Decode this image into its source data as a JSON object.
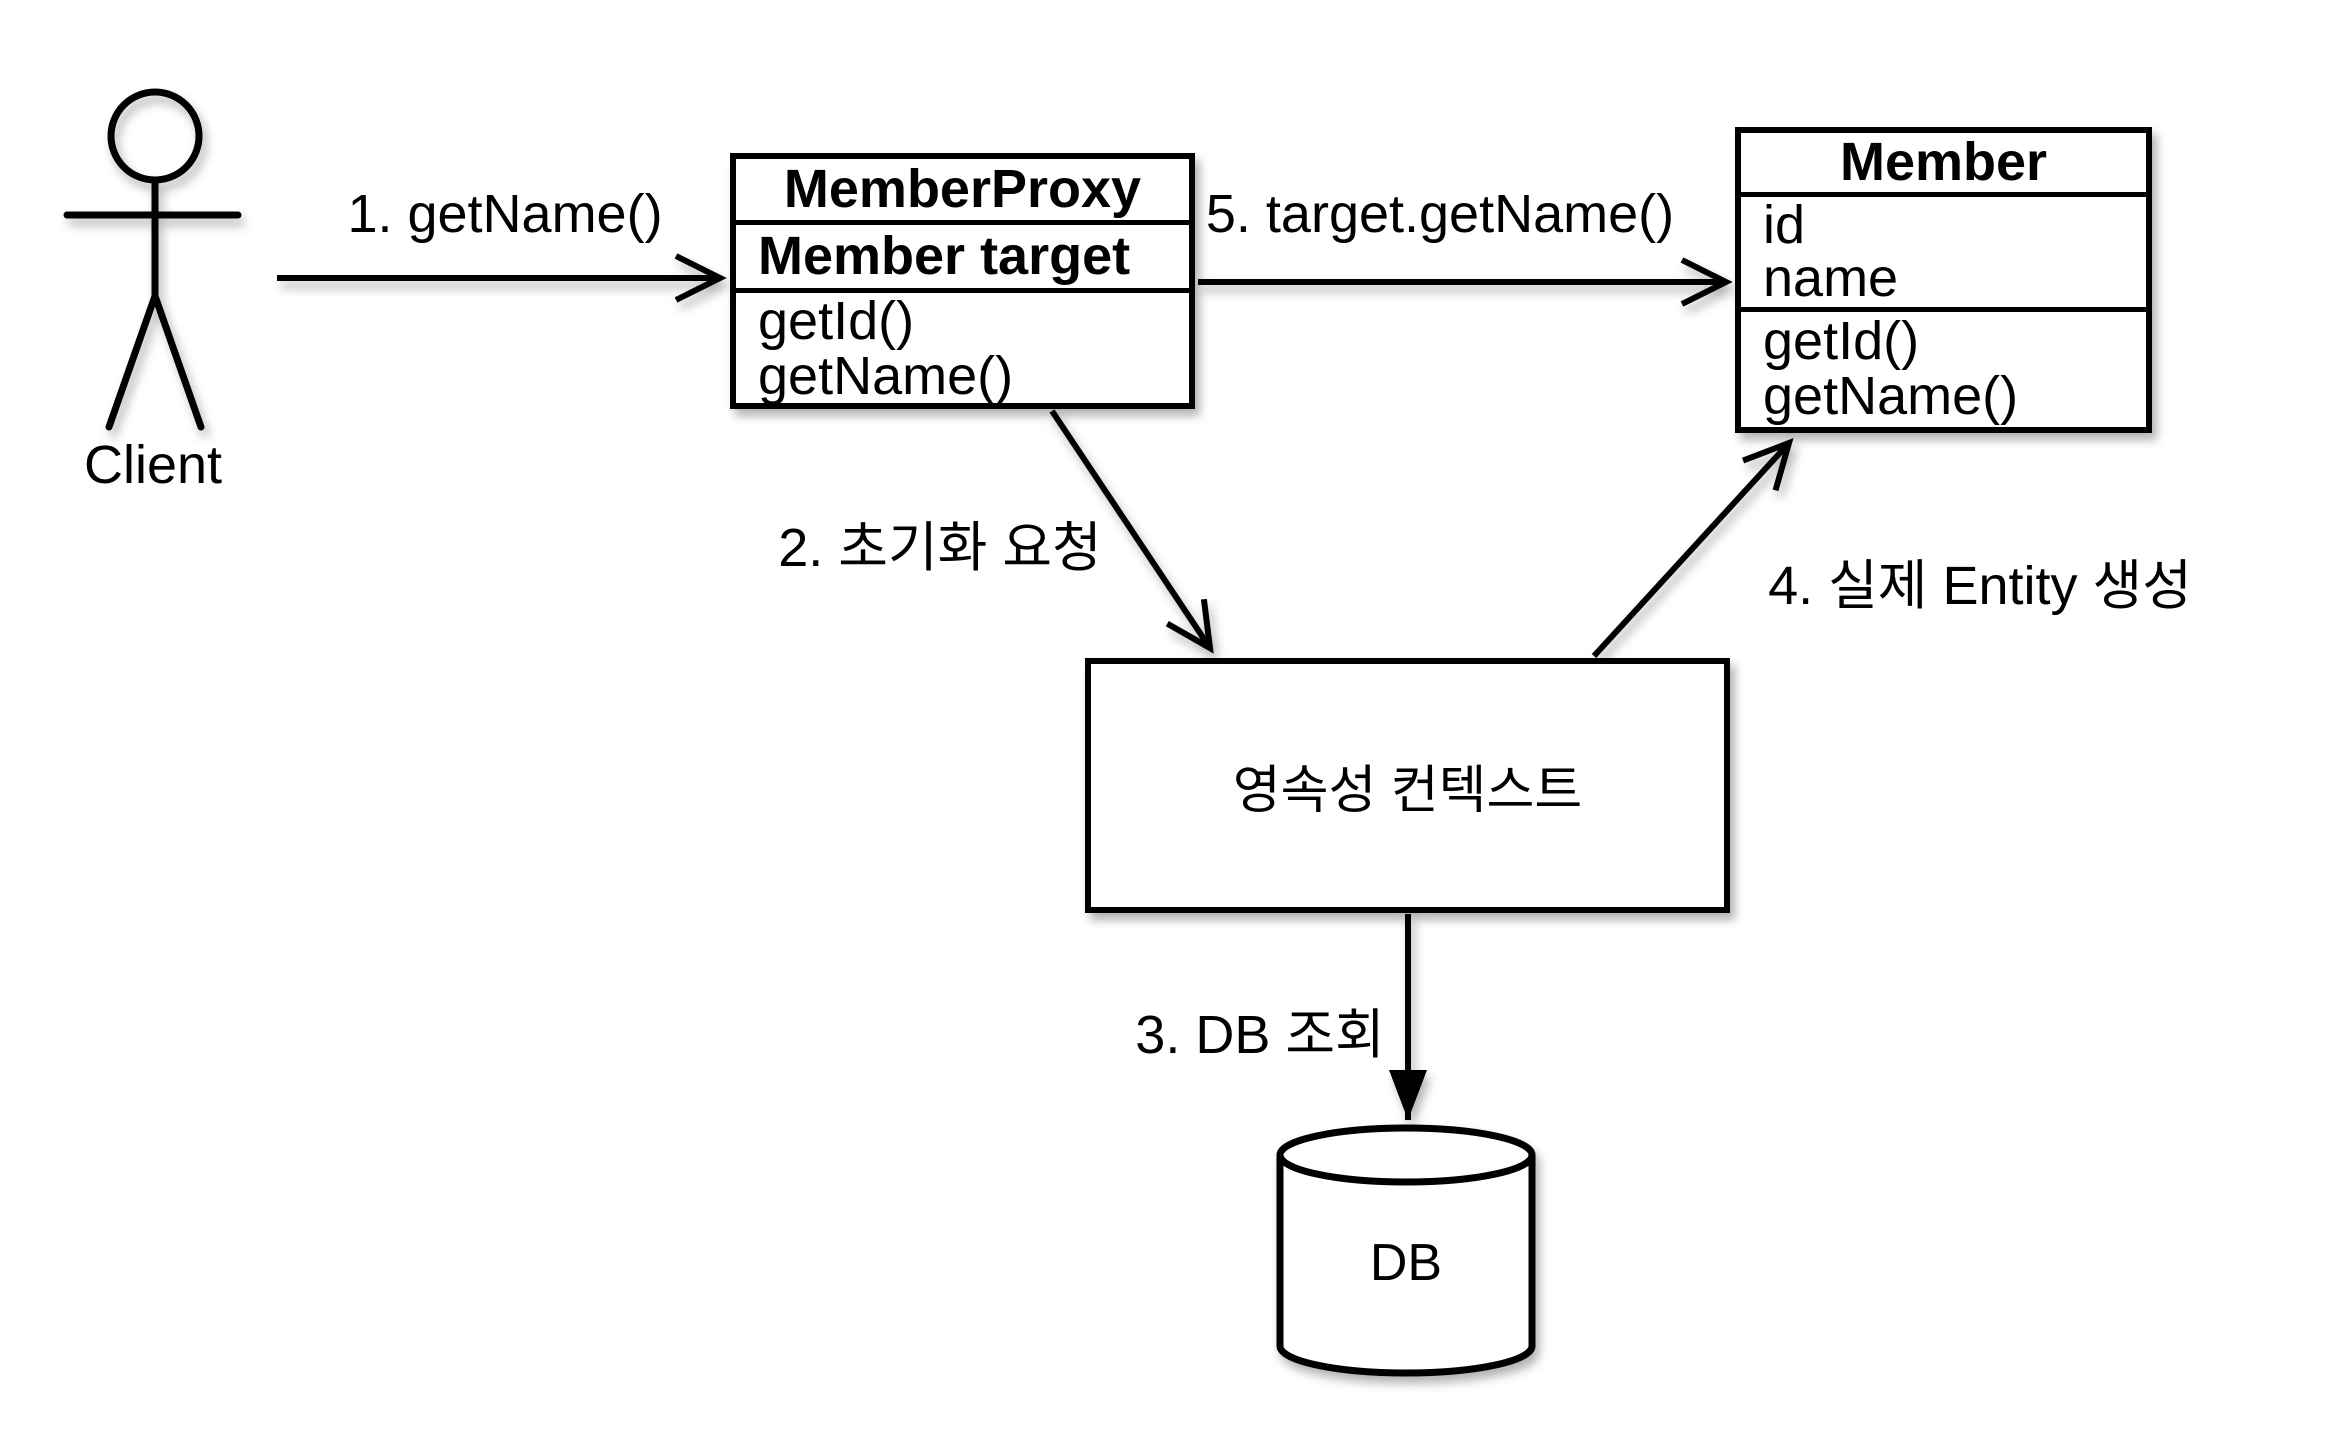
{
  "canvas": {
    "background": "#ffffff",
    "line_color": "#000000"
  },
  "actor": {
    "label": "Client"
  },
  "classes": {
    "member_proxy": {
      "title": "MemberProxy",
      "field": "Member target",
      "methods": [
        "getId()",
        "getName()"
      ]
    },
    "member": {
      "title": "Member",
      "fields": [
        "id",
        "name"
      ],
      "methods": [
        "getId()",
        "getName()"
      ]
    }
  },
  "persistence_context": {
    "label": "영속성 컨텍스트"
  },
  "database": {
    "label": "DB"
  },
  "steps": {
    "s1": "1. getName()",
    "s2": "2. 초기화 요청",
    "s3": "3. DB 조회",
    "s4": "4. 실제 Entity 생성",
    "s5": "5. target.getName()"
  }
}
